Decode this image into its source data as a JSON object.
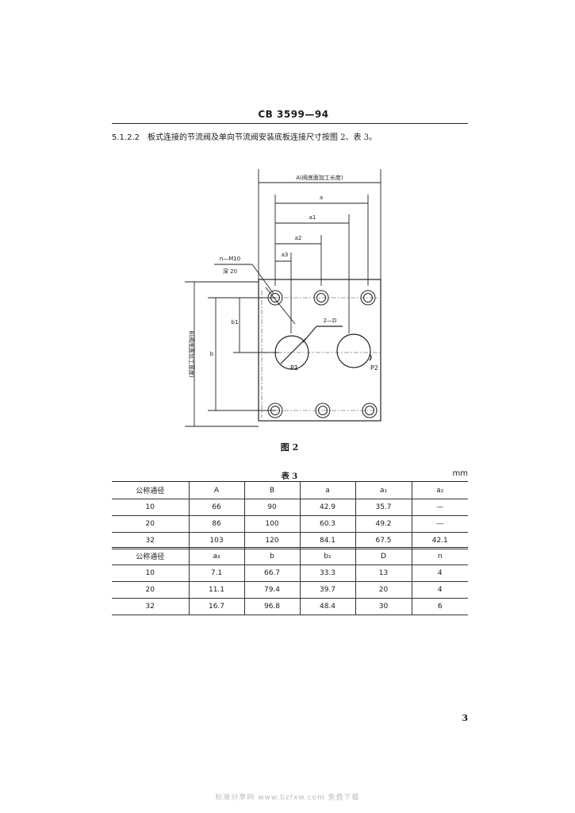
{
  "header": {
    "standard_code": "CB 3599—94"
  },
  "clause": {
    "number": "5.1.2.2",
    "text": "板式连接的节流阀及单向节流阀安装底板连接尺寸按图 2、表 3。"
  },
  "figure": {
    "caption": "图 2",
    "labels": {
      "A": "A(阀底面加工长度)",
      "a": "a",
      "a1": "a1",
      "a2": "a2",
      "a3": "a3",
      "thread_callout_1": "n—M10",
      "thread_callout_2": "深 20",
      "B": "B(阀底面加工宽度)",
      "b": "b",
      "b1": "b1",
      "bore_callout": "2—D",
      "port_p1": "P1",
      "port_p2": "P2"
    }
  },
  "table": {
    "title": "表 3",
    "unit": "mm",
    "part1": {
      "headers": [
        "公称通径",
        "A",
        "B",
        "a",
        "a₁",
        "a₂"
      ],
      "rows": [
        [
          "10",
          "66",
          "90",
          "42.9",
          "35.7",
          "—"
        ],
        [
          "20",
          "86",
          "100",
          "60.3",
          "49.2",
          "—"
        ],
        [
          "32",
          "103",
          "120",
          "84.1",
          "67.5",
          "42.1"
        ]
      ]
    },
    "part2": {
      "headers": [
        "公称通径",
        "a₃",
        "b",
        "b₁",
        "D",
        "n"
      ],
      "rows": [
        [
          "10",
          "7.1",
          "66.7",
          "33.3",
          "13",
          "4"
        ],
        [
          "20",
          "11.1",
          "79.4",
          "39.7",
          "20",
          "4"
        ],
        [
          "32",
          "16.7",
          "96.8",
          "48.4",
          "30",
          "6"
        ]
      ]
    }
  },
  "page_number": "3",
  "watermark": "标准分享网 www.bzfxw.com 免费下载"
}
